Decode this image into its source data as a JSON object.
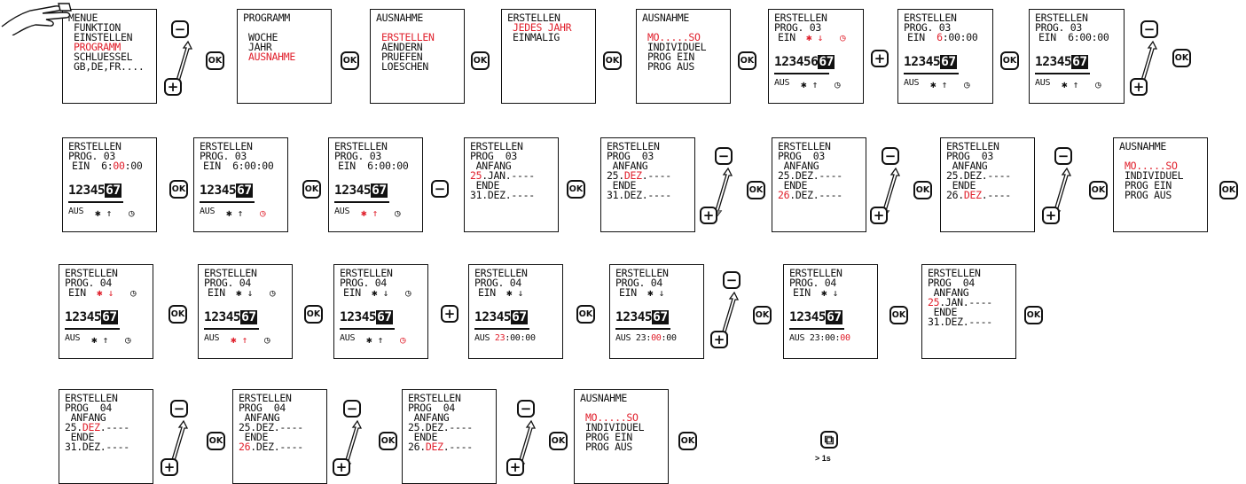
{
  "panels": [
    {
      "lines": [
        "MENUE",
        "FUNKTION",
        "EINSTELLEN",
        "PROGRAMM",
        "SCHLUESSEL",
        "GB,DE,FR...."
      ],
      "red": [
        3
      ]
    },
    {
      "lines": [
        "PROGRAMM",
        "",
        "WOCHE",
        "JAHR",
        "AUSNAHME"
      ],
      "red": [
        4
      ]
    },
    {
      "lines": [
        "AUSNAHME",
        "",
        "ERSTELLEN",
        "AENDERN",
        "PRUEFEN",
        "LOESCHEN"
      ],
      "red": [
        2
      ]
    },
    {
      "lines": [
        "ERSTELLEN",
        "JEDES JAHR",
        "EINMALIG"
      ],
      "red": [
        1
      ]
    },
    {
      "lines": [
        "AUSNAHME",
        "",
        "MO.....SO",
        "INDIVIDUEL",
        "PROG EIN",
        "PROG AUS"
      ],
      "red": [
        2
      ]
    },
    {
      "type": "prog",
      "title": "ERSTELLEN",
      "prog": "PROG. 03",
      "ein": "EIN",
      "ein_time": "",
      "top_sym": "✱ ↓",
      "bot_sym": "✱ ↑",
      "clock": "◷",
      "aus": "AUS",
      "aus_time": "",
      "days": "123456",
      "days_inv": "67",
      "red_top_sym": true,
      "red_clock": true
    },
    {
      "type": "prog",
      "title": "ERSTELLEN",
      "prog": "PROG. 03",
      "ein": "EIN",
      "ein_time": "6:00:00",
      "top_sym": "",
      "bot_sym": "✱ ↑",
      "clock": "◷",
      "aus": "AUS",
      "aus_time": "",
      "days": "12345",
      "days_inv": "67",
      "red_ein_time": "6"
    },
    {
      "type": "prog",
      "title": "ERSTELLEN",
      "prog": "PROG. 03",
      "ein": "EIN",
      "ein_time": "6:00:00",
      "top_sym": "",
      "bot_sym": "✱ ↑",
      "clock": "◷",
      "aus": "AUS",
      "days": "12345",
      "days_inv": "67"
    },
    {
      "type": "prog",
      "title": "ERSTELLEN",
      "prog": "PROG. 03",
      "ein": "EIN",
      "ein_time": "6:00:00",
      "top_sym": "",
      "bot_sym": "✱ ↑",
      "clock": "◷",
      "aus": "AUS",
      "days": "12345",
      "days_inv": "67",
      "red_ein_time": "00"
    },
    {
      "type": "prog",
      "title": "ERSTELLEN",
      "prog": "PROG. 03",
      "ein": "EIN",
      "ein_time": "6:00:00",
      "top_sym": "",
      "bot_sym": "✱ ↑",
      "clock": "◷",
      "aus": "AUS",
      "days": "12345",
      "days_inv": "67",
      "red_clock": true
    },
    {
      "type": "prog",
      "title": "ERSTELLEN",
      "prog": "PROG. 03",
      "ein": "EIN",
      "ein_time": "6:00:00",
      "top_sym": "",
      "bot_sym": "✱ ↑",
      "clock": "◷",
      "aus": "AUS",
      "days": "12345",
      "days_inv": "67",
      "red_bot_sym": true
    },
    {
      "lines": [
        "ERSTELLEN",
        "PROG  03",
        " ANFANG",
        "25.JAN.----",
        " ENDE",
        "31.DEZ.----"
      ],
      "red_parts": [
        [
          3,
          "25"
        ]
      ]
    },
    {
      "lines": [
        "ERSTELLEN",
        "PROG  03",
        " ANFANG",
        "25.DEZ.----",
        " ENDE",
        "31.DEZ.----"
      ],
      "red_parts": [
        [
          3,
          "DEZ"
        ]
      ]
    },
    {
      "lines": [
        "ERSTELLEN",
        "PROG  03",
        " ANFANG",
        "25.DEZ.----",
        " ENDE",
        "26.DEZ.----"
      ],
      "red_parts": [
        [
          5,
          "26"
        ]
      ]
    },
    {
      "lines": [
        "ERSTELLEN",
        "PROG  03",
        " ANFANG",
        "25.DEZ.----",
        " ENDE",
        "26.DEZ.----"
      ],
      "red_parts": [
        [
          5,
          "DEZ"
        ]
      ]
    },
    {
      "lines": [
        "AUSNAHME",
        "",
        "MO.....SO",
        "INDIVIDUEL",
        "PROG EIN",
        "PROG AUS"
      ],
      "red": [
        2
      ]
    },
    {
      "type": "prog",
      "title": "ERSTELLEN",
      "prog": "PROG. 04",
      "ein": "EIN",
      "top_sym": "✱ ↓",
      "bot_sym": "✱ ↑",
      "clock": "◷",
      "aus": "AUS",
      "days": "12345",
      "days_inv": "67",
      "red_top_sym": true
    },
    {
      "type": "prog",
      "title": "ERSTELLEN",
      "prog": "PROG. 04",
      "ein": "EIN",
      "top_sym": "✱ ↓",
      "bot_sym": "✱ ↑",
      "clock": "◷",
      "aus": "AUS",
      "days": "12345",
      "days_inv": "67",
      "red_bot_sym": true
    },
    {
      "type": "prog",
      "title": "ERSTELLEN",
      "prog": "PROG. 04",
      "ein": "EIN",
      "top_sym": "✱ ↓",
      "bot_sym": "✱ ↑",
      "clock": "◷",
      "aus": "AUS",
      "days": "12345",
      "days_inv": "67",
      "red_clock": true
    },
    {
      "type": "prog",
      "title": "ERSTELLEN",
      "prog": "PROG. 04",
      "ein": "EIN",
      "top_sym": "✱ ↓",
      "bot_sym": "",
      "aus": "AUS",
      "aus_time": "23:00:00",
      "days": "12345",
      "days_inv": "67",
      "red_aus_time": "23"
    },
    {
      "type": "prog",
      "title": "ERSTELLEN",
      "prog": "PROG. 04",
      "ein": "EIN",
      "top_sym": "✱ ↓",
      "bot_sym": "",
      "aus": "AUS",
      "aus_time": "23:00:00",
      "days": "12345",
      "days_inv": "67",
      "red_aus_time": "00a"
    },
    {
      "type": "prog",
      "title": "ERSTELLEN",
      "prog": "PROG. 04",
      "ein": "EIN",
      "top_sym": "✱ ↓",
      "bot_sym": "",
      "aus": "AUS",
      "aus_time": "23:00:00",
      "days": "12345",
      "days_inv": "67",
      "red_aus_time": "00b"
    },
    {
      "lines": [
        "ERSTELLEN",
        "PROG  04",
        " ANFANG",
        "25.JAN.----",
        " ENDE",
        "31.DEZ.----"
      ],
      "red_parts": [
        [
          3,
          "25"
        ]
      ]
    },
    {
      "lines": [
        "ERSTELLEN",
        "PROG  04",
        " ANFANG",
        "25.DEZ.----",
        " ENDE",
        "31.DEZ.----"
      ],
      "red_parts": [
        [
          3,
          "DEZ"
        ]
      ]
    },
    {
      "lines": [
        "ERSTELLEN",
        "PROG  04",
        " ANFANG",
        "25.DEZ.----",
        " ENDE",
        "26.DEZ.----"
      ],
      "red_parts": [
        [
          5,
          "26"
        ]
      ]
    },
    {
      "lines": [
        "ERSTELLEN",
        "PROG  04",
        " ANFANG",
        "25.DEZ.----",
        " ENDE",
        "26.DEZ.----"
      ],
      "red_parts": [
        [
          5,
          "DEZ"
        ]
      ]
    },
    {
      "lines": [
        "AUSNAHME",
        "",
        "MO.....SO",
        "INDIVIDUEL",
        "PROG EIN",
        "PROG AUS"
      ],
      "red": [
        2
      ]
    }
  ],
  "keys": {
    "ok": "OK",
    "plus": "+",
    "minus": "−"
  },
  "hint": "> 1s",
  "colors": {
    "highlight": "#e0202c",
    "ink": "#111111"
  }
}
